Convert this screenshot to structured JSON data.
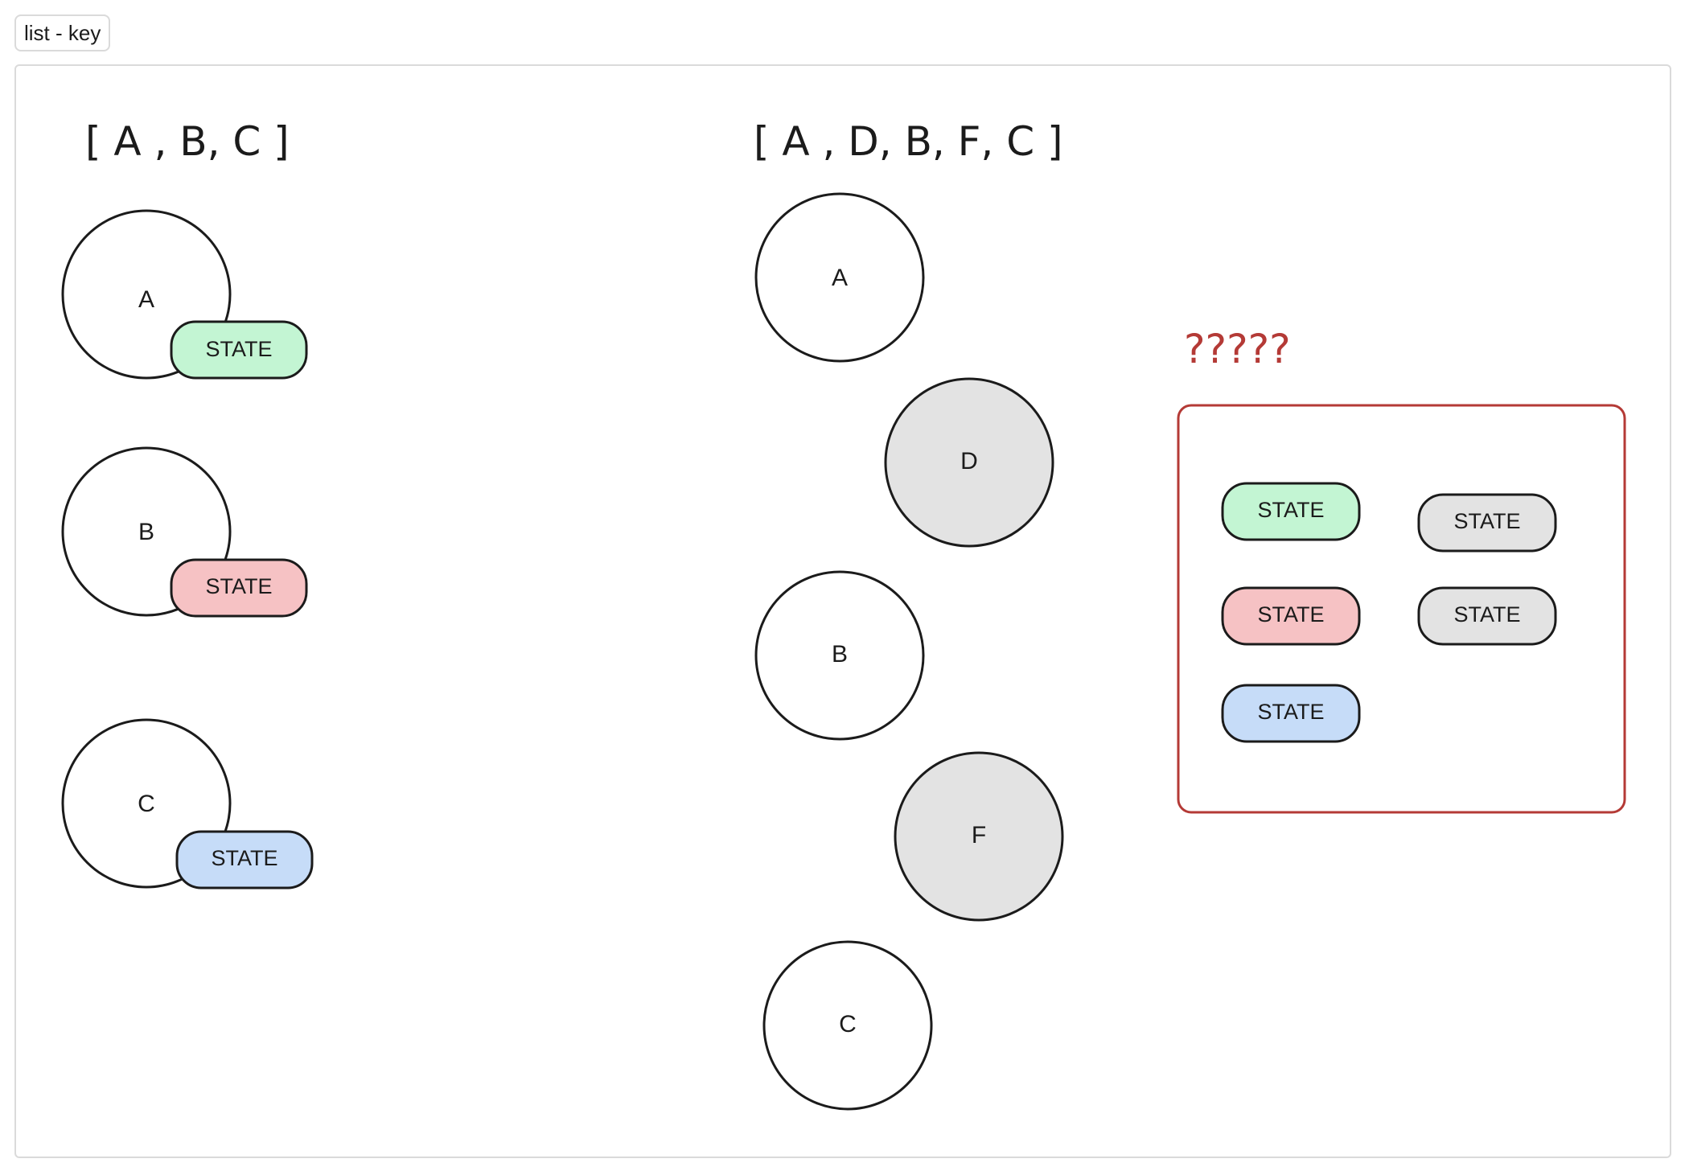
{
  "frame": {
    "label": "list - key"
  },
  "left_list": {
    "title": "[ A , B, C ]",
    "nodes": [
      {
        "label": "A",
        "state_label": "STATE",
        "state_color": "#c3f5d3"
      },
      {
        "label": "B",
        "state_label": "STATE",
        "state_color": "#f6c2c4"
      },
      {
        "label": "C",
        "state_label": "STATE",
        "state_color": "#c6dcf8"
      }
    ]
  },
  "right_list": {
    "title": "[ A , D, B, F, C ]",
    "nodes": [
      {
        "label": "A",
        "fill": "#ffffff"
      },
      {
        "label": "D",
        "fill": "#e3e3e3"
      },
      {
        "label": "B",
        "fill": "#ffffff"
      },
      {
        "label": "F",
        "fill": "#e3e3e3"
      },
      {
        "label": "C",
        "fill": "#ffffff"
      }
    ]
  },
  "question_box": {
    "title": "?????",
    "title_color": "#b43a36",
    "border_color": "#b43a36",
    "states": [
      {
        "label": "STATE",
        "fill": "#c3f5d3"
      },
      {
        "label": "STATE",
        "fill": "#e3e3e3"
      },
      {
        "label": "STATE",
        "fill": "#f6c2c4"
      },
      {
        "label": "STATE",
        "fill": "#e3e3e3"
      },
      {
        "label": "STATE",
        "fill": "#c6dcf8"
      }
    ]
  },
  "colors": {
    "stroke": "#1b1b1b",
    "text": "#1b1b1b"
  }
}
